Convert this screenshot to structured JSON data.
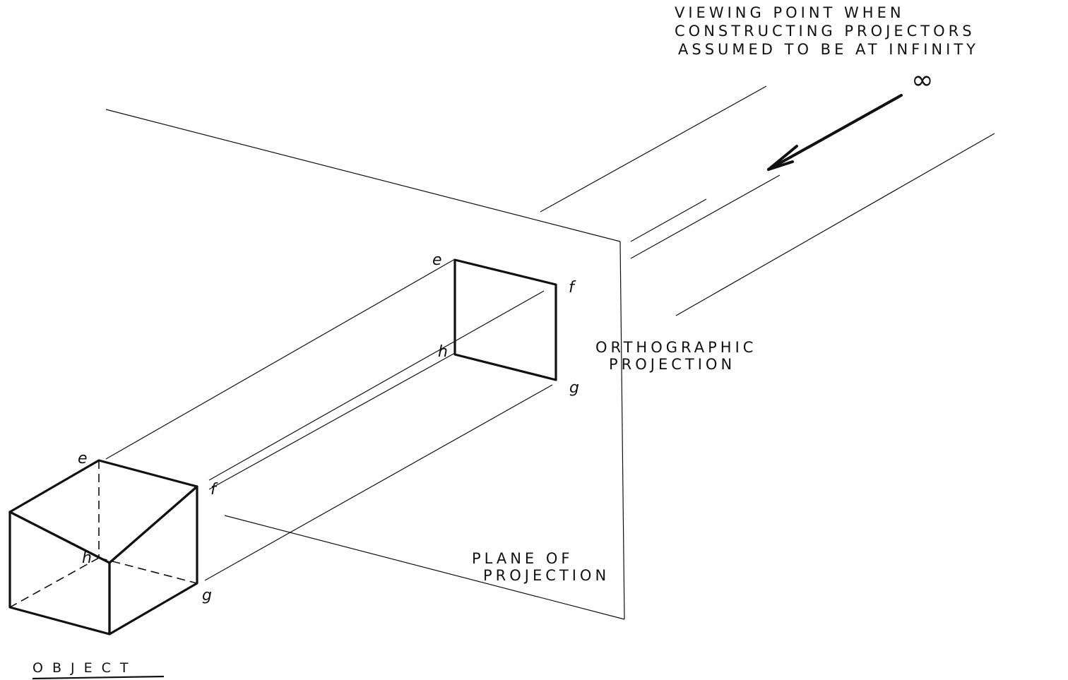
{
  "labels": {
    "viewing_point": [
      "VIEWING POINT WHEN",
      "CONSTRUCTING PROJECTORS",
      "ASSUMED TO BE AT INFINITY"
    ],
    "infinity": "∞",
    "orthographic": [
      "ORTHOGRAPHIC",
      "PROJECTION"
    ],
    "plane": [
      "PLANE OF",
      "PROJECTION"
    ],
    "object": "OBJECT"
  },
  "vertices": {
    "object": {
      "e": "e",
      "f": "f",
      "g": "g",
      "h": "h"
    },
    "projection": {
      "e": "e",
      "f": "f",
      "g": "g",
      "h": "h"
    }
  }
}
